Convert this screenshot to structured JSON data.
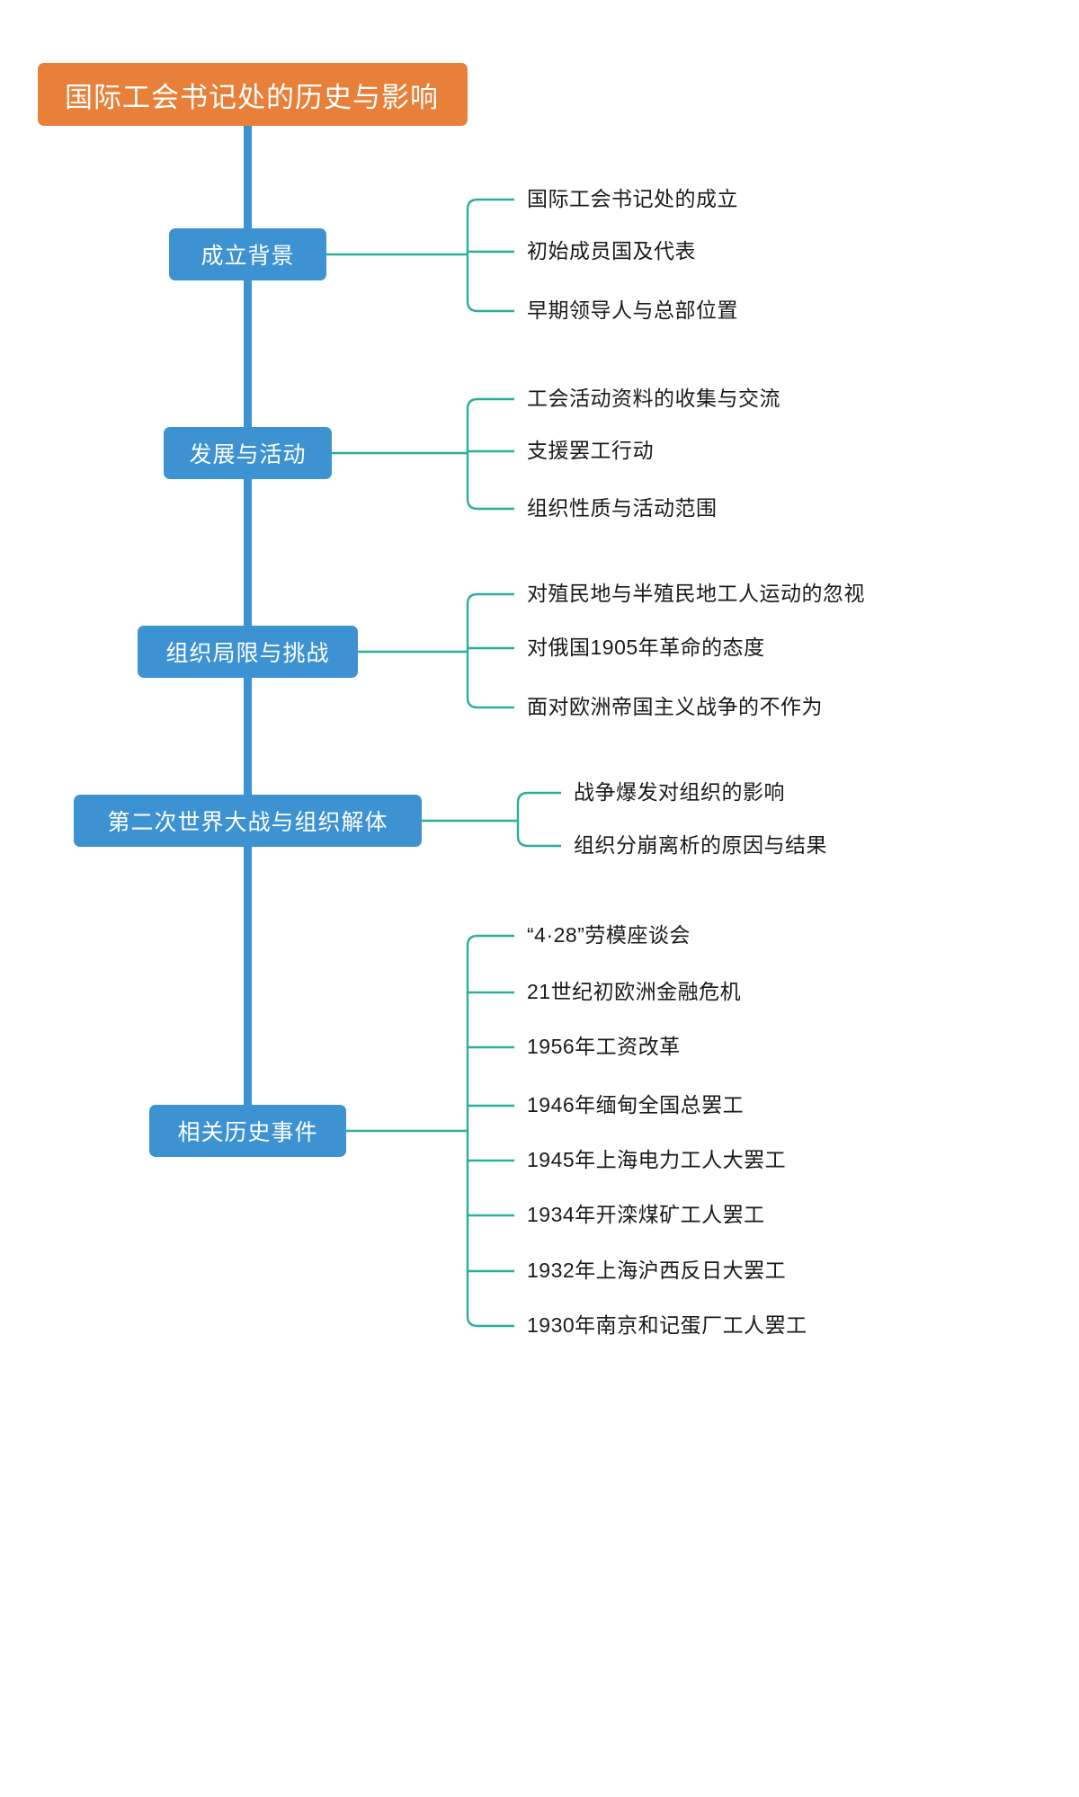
{
  "title": "国际工会书记处的历史与影响",
  "colors": {
    "root_fill": "#E8803A",
    "branch_fill": "#3D92D2",
    "trunk": "#3D92D2",
    "connector": "#2BAE9B",
    "leaf_text": "#1A1A1A",
    "node_text": "#FFFFFF",
    "background": "#FFFFFF"
  },
  "branches": [
    {
      "label": "成立背景",
      "leaves": [
        "国际工会书记处的成立",
        "初始成员国及代表",
        "早期领导人与总部位置"
      ]
    },
    {
      "label": "发展与活动",
      "leaves": [
        "工会活动资料的收集与交流",
        "支援罢工行动",
        "组织性质与活动范围"
      ]
    },
    {
      "label": "组织局限与挑战",
      "leaves": [
        "对殖民地与半殖民地工人运动的忽视",
        "对俄国1905年革命的态度",
        "面对欧洲帝国主义战争的不作为"
      ]
    },
    {
      "label": "第二次世界大战与组织解体",
      "leaves": [
        "战争爆发对组织的影响",
        "组织分崩离析的原因与结果"
      ]
    },
    {
      "label": "相关历史事件",
      "leaves": [
        "“4·28”劳模座谈会",
        "21世纪初欧洲金融危机",
        "1956年工资改革",
        "1946年缅甸全国总罢工",
        "1945年上海电力工人大罢工",
        "1934年开滦煤矿工人罢工",
        "1932年上海沪西反日大罢工",
        "1930年南京和记蛋厂工人罢工"
      ]
    }
  ]
}
